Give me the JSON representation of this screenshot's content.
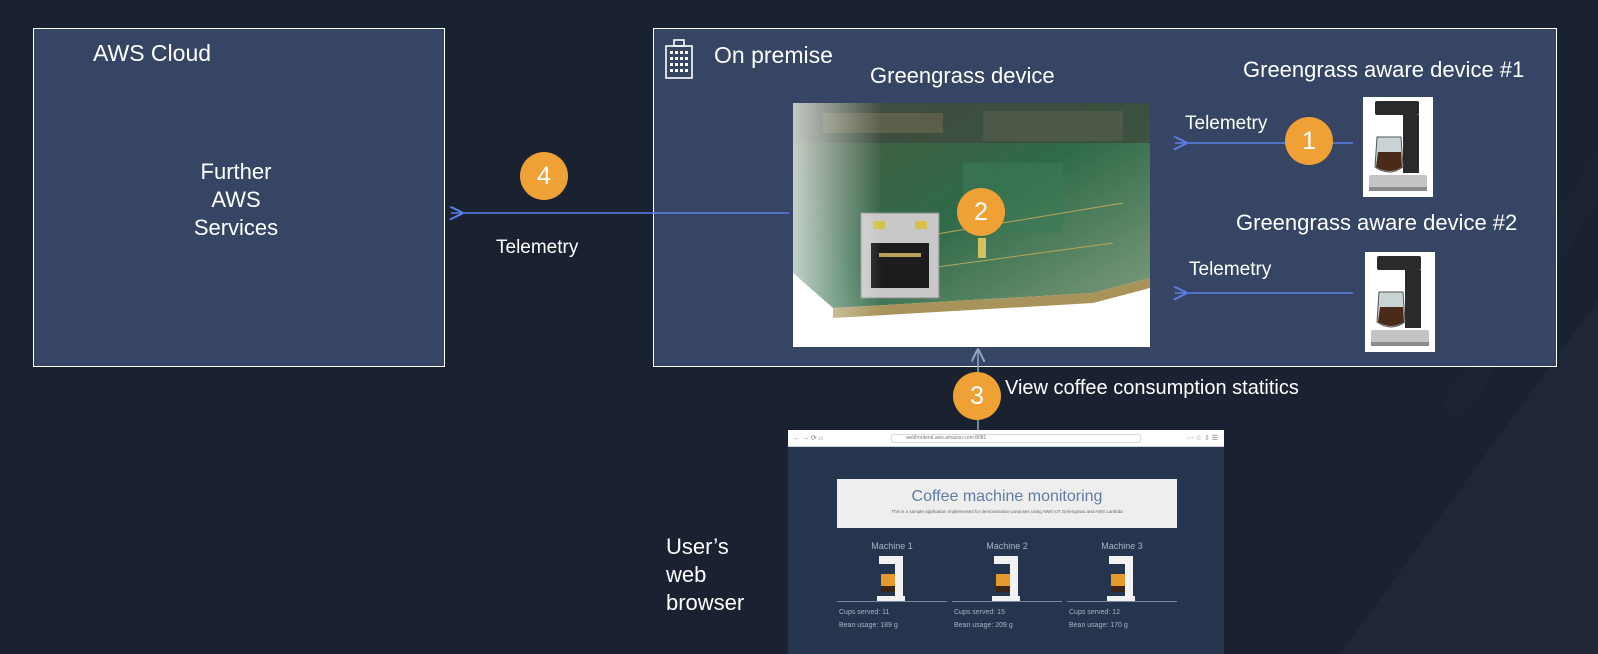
{
  "diagram": {
    "cloud": {
      "title": "AWS Cloud",
      "services_line1": "Further",
      "services_line2": "AWS",
      "services_line3": "Services"
    },
    "on_premise": {
      "title": "On premise",
      "icon": "building-icon",
      "greengrass_device": "Greengrass device",
      "aware_device_1": "Greengrass aware device #1",
      "aware_device_2": "Greengrass aware device #2"
    },
    "edges": {
      "telemetry_1": "Telemetry",
      "telemetry_2": "Telemetry",
      "telemetry_cloud": "Telemetry",
      "view_stats": "View coffee consumption statitics"
    },
    "badges": [
      "1",
      "2",
      "3",
      "4"
    ],
    "user_browser": {
      "label_line1": "User’s",
      "label_line2": "web",
      "label_line3": "browser"
    }
  },
  "browser_screenshot": {
    "url": "webfrontend.aws.amazon.com:8081",
    "title": "Coffee machine monitoring",
    "subtitle": "This is a sample application implemented for demonstration purposes using AWS IoT Greengrass and AWS Lambda",
    "machines": [
      {
        "name": "Machine 1",
        "cups": "Cups served: 11",
        "beans": "Bean usage: 189 g"
      },
      {
        "name": "Machine 2",
        "cups": "Cups served: 15",
        "beans": "Bean usage: 209 g"
      },
      {
        "name": "Machine 3",
        "cups": "Cups served: 12",
        "beans": "Bean usage: 170 g"
      }
    ]
  },
  "colors": {
    "background": "#1a2130",
    "box_fill": "#364564",
    "badge": "#f0a135",
    "arrow": "#5b7ee6"
  }
}
